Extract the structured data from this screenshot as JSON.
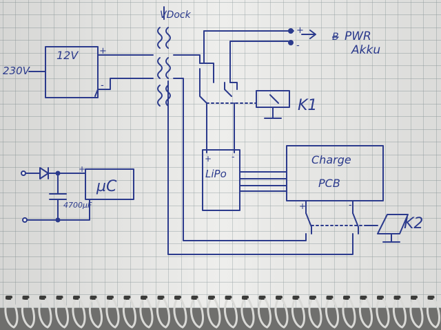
{
  "labels": {
    "dock": "VDock",
    "mains": "230V",
    "psu": "12V",
    "psu_plus": "+",
    "psu_minus": "-",
    "out_plus": "+",
    "out_minus": "-",
    "output_line1": "PWR",
    "output_line2": "Akku",
    "output_strike": "B",
    "relay1": "K1",
    "relay2": "K2",
    "battery": "LiPo",
    "batt_plus": "+",
    "batt_minus": "-",
    "charger_line1": "Charge",
    "charger_line2": "PCB",
    "chg_plus": "+",
    "chg_minus": "-",
    "mcu": "µC",
    "mcu_plus": "+",
    "capacitor": "4700µF"
  },
  "colors": {
    "ink": "#2b3a8c",
    "paper": "#eeeeec",
    "grid": "#9aa6a8",
    "background": "#6f6f6d",
    "spiral": "#d9d9d6"
  }
}
